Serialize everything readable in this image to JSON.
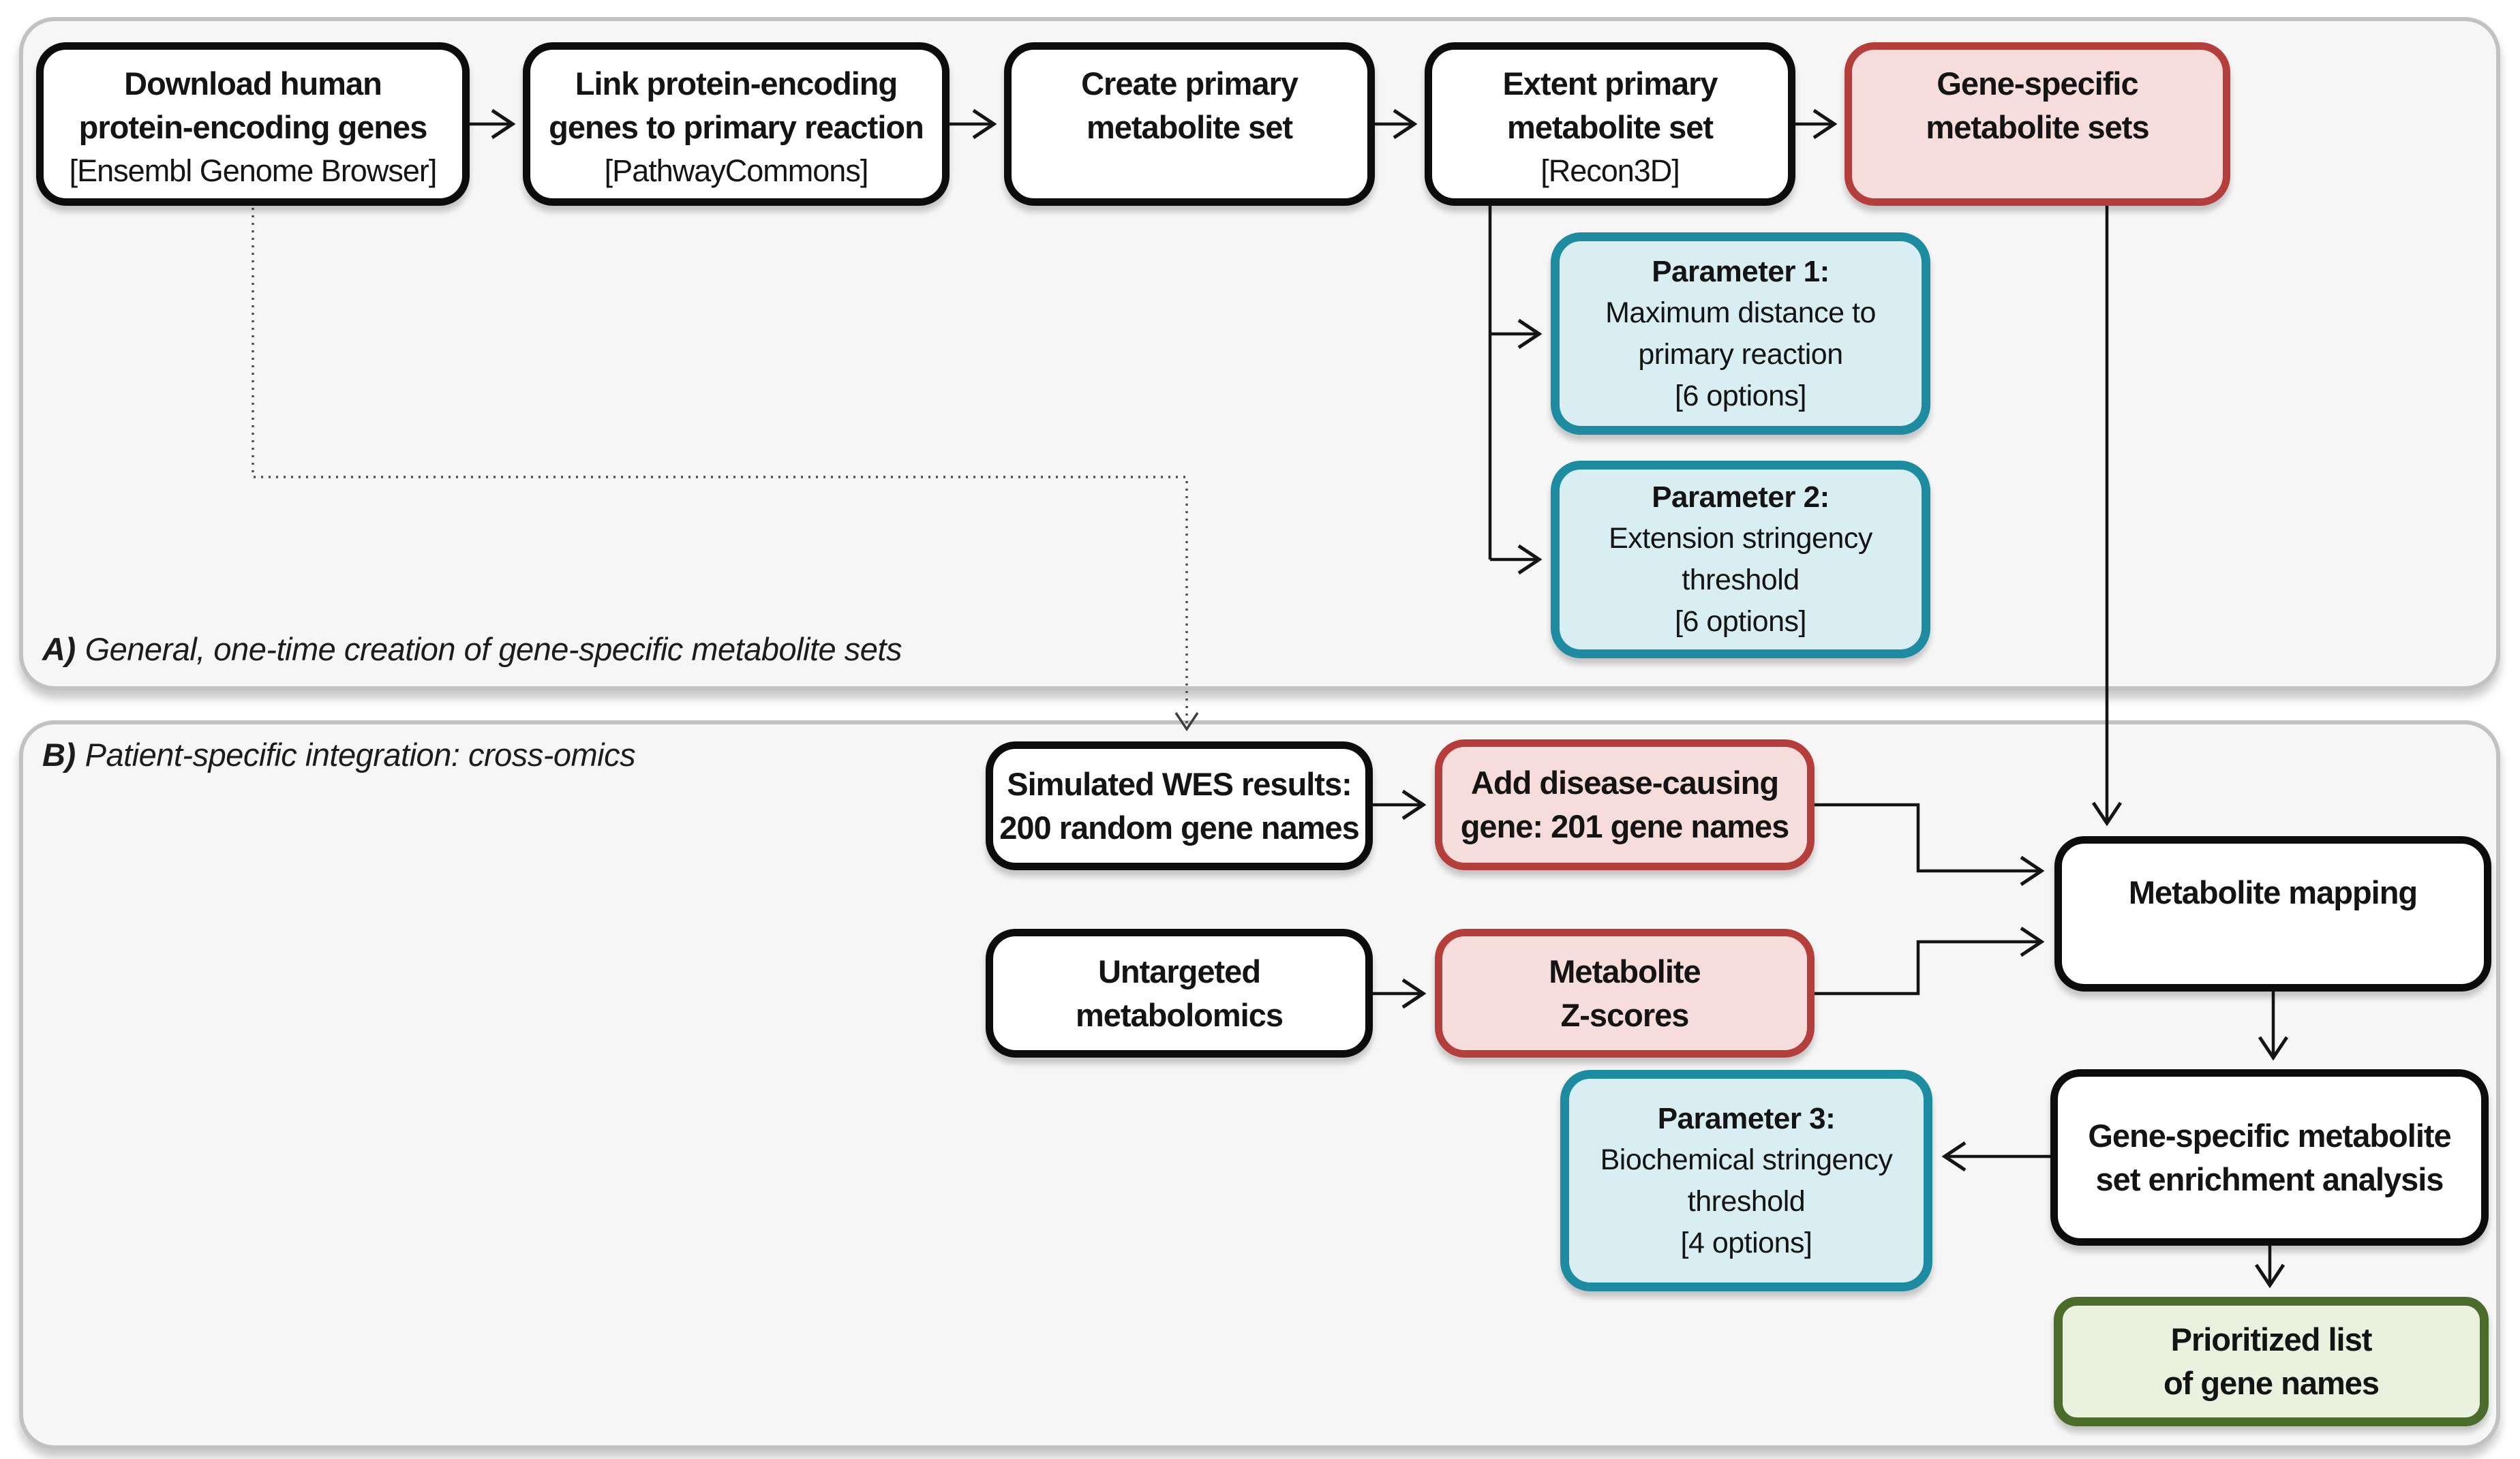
{
  "colors": {
    "black_border": "#0c0c0c",
    "pink_fill": "#f6dcdb",
    "pink_border": "#b43e3c",
    "blue_fill": "#d8eef3",
    "blue_border": "#1e8ca0",
    "green_fill": "#eaf1de",
    "green_border": "#4a6b29",
    "panel_fill": "#f6f6f6",
    "panel_border": "#c2c2c2",
    "arrow": "#141414"
  },
  "panel_a": {
    "prefix": "A)",
    "title": "General, one-time creation of gene-specific metabolite sets"
  },
  "panel_b": {
    "prefix": "B)",
    "title": "Patient-specific integration: cross-omics"
  },
  "nodes": {
    "download": {
      "l1": "Download human",
      "l2": "protein-encoding genes",
      "l3": "[Ensembl Genome Browser]"
    },
    "link": {
      "l1": "Link protein-encoding",
      "l2": "genes to primary reaction",
      "l3": "[PathwayCommons]"
    },
    "create": {
      "l1": "Create primary",
      "l2": "metabolite set"
    },
    "extent": {
      "l1": "Extent primary",
      "l2": "metabolite set",
      "l3": "[Recon3D]"
    },
    "gene_sets": {
      "l1": "Gene-specific",
      "l2": "metabolite sets"
    },
    "param1": {
      "title": "Parameter 1:",
      "l1": "Maximum distance to",
      "l2": "primary reaction",
      "l3": "[6 options]"
    },
    "param2": {
      "title": "Parameter 2:",
      "l1": "Extension stringency",
      "l2": "threshold",
      "l3": "[6 options]"
    },
    "wes": {
      "l1": "Simulated WES results:",
      "l2": "200 random gene names"
    },
    "add_gene": {
      "l1": "Add disease-causing",
      "l2": "gene: 201 gene names"
    },
    "metabolomics": {
      "l1": "Untargeted",
      "l2": "metabolomics"
    },
    "zscores": {
      "l1": "Metabolite",
      "l2": "Z-scores"
    },
    "mapping": {
      "l1": "Metabolite mapping"
    },
    "enrichment": {
      "l1": "Gene-specific metabolite",
      "l2": "set enrichment analysis"
    },
    "param3": {
      "title": "Parameter 3:",
      "l1": "Biochemical stringency",
      "l2": "threshold",
      "l3": "[4 options]"
    },
    "prioritized": {
      "l1": "Prioritized list",
      "l2": "of gene names"
    }
  }
}
